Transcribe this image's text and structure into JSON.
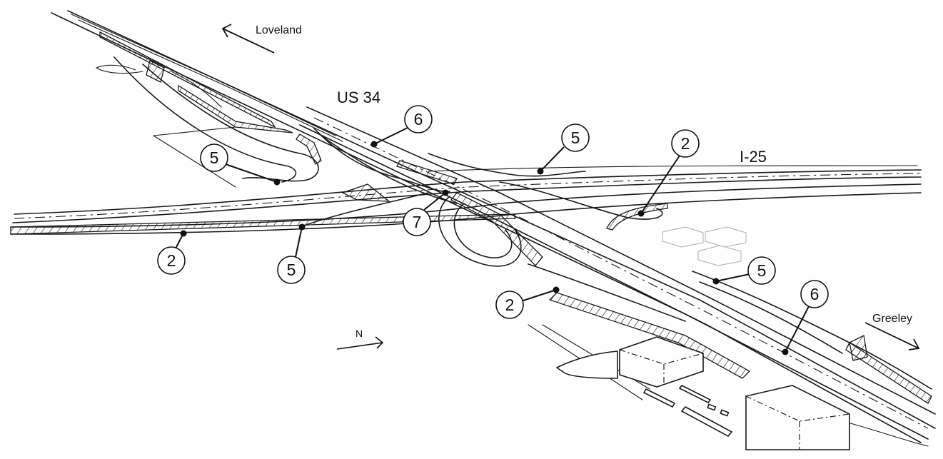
{
  "labels": {
    "loveland": "Loveland",
    "greeley": "Greeley",
    "us34": "US 34",
    "i25": "I-25",
    "north": "N"
  },
  "callouts": [
    {
      "id": "c6-top",
      "num": "6"
    },
    {
      "id": "c5-left",
      "num": "5"
    },
    {
      "id": "c5-top-right",
      "num": "5"
    },
    {
      "id": "c2-top-right",
      "num": "2"
    },
    {
      "id": "c7",
      "num": "7"
    },
    {
      "id": "c2-left",
      "num": "2"
    },
    {
      "id": "c5-bottom",
      "num": "5"
    },
    {
      "id": "c2-bottom",
      "num": "2"
    },
    {
      "id": "c5-right",
      "num": "5"
    },
    {
      "id": "c6-right",
      "num": "6"
    }
  ]
}
